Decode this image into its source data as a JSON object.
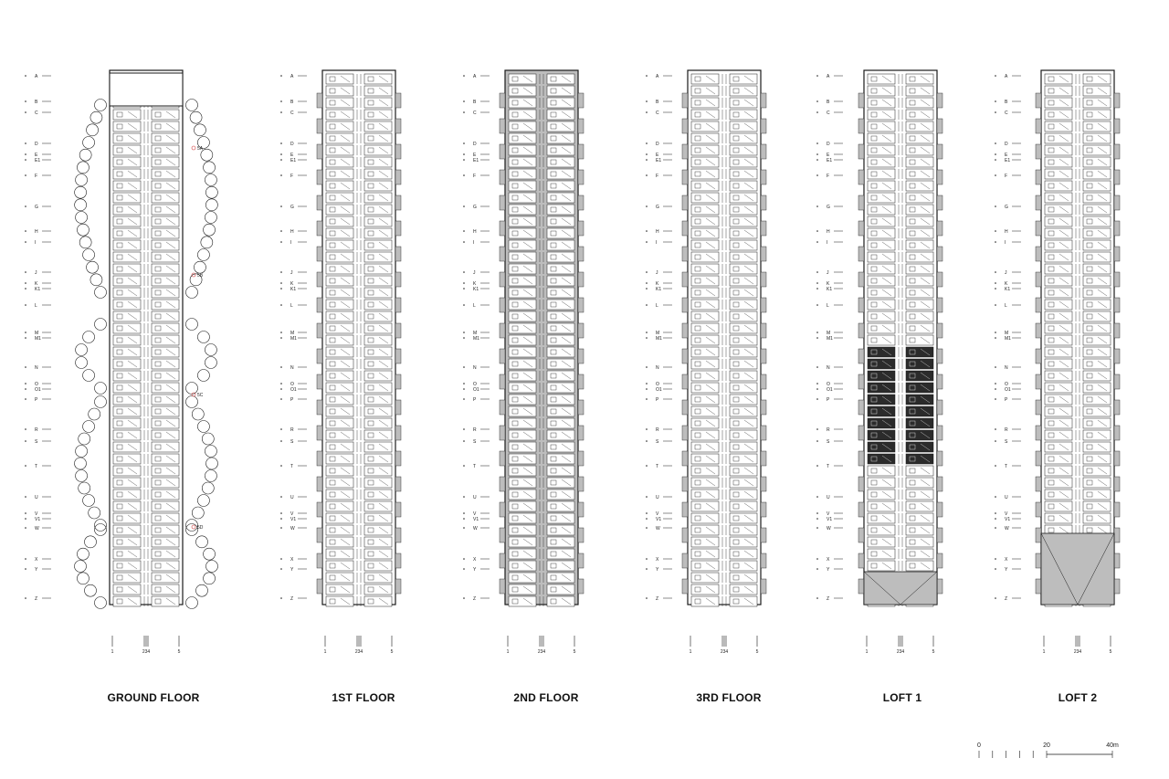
{
  "floors": [
    {
      "label": "GROUND FLOOR",
      "variant": "ground"
    },
    {
      "label": "1ST FLOOR",
      "variant": "standard"
    },
    {
      "label": "2ND FLOOR",
      "variant": "grey"
    },
    {
      "label": "3RD FLOOR",
      "variant": "standard"
    },
    {
      "label": "LOFT 1",
      "variant": "loft1"
    },
    {
      "label": "LOFT 2",
      "variant": "loft2"
    }
  ],
  "grid_rows": [
    "A",
    "B",
    "C",
    "D",
    "E",
    "E1",
    "F",
    "G",
    "H",
    "I",
    "J",
    "K",
    "K1",
    "L",
    "M",
    "M1",
    "N",
    "O",
    "O1",
    "P",
    "R",
    "S",
    "T",
    "U",
    "V",
    "V1",
    "W",
    "X",
    "Y",
    "Z"
  ],
  "grid_columns": [
    "1",
    "2",
    "3",
    "4",
    "5"
  ],
  "column_marks": [
    "1",
    "234",
    "5"
  ],
  "section_marks": [
    "5A",
    "5B",
    "5C",
    "5D"
  ],
  "scale_bar": {
    "labels": [
      "0",
      "20",
      "40m"
    ]
  },
  "colors": {
    "line": "#1a1a1a",
    "grey_fill": "#bdbdbd",
    "dark_fill": "#2b2b2b",
    "paper": "#ffffff"
  }
}
